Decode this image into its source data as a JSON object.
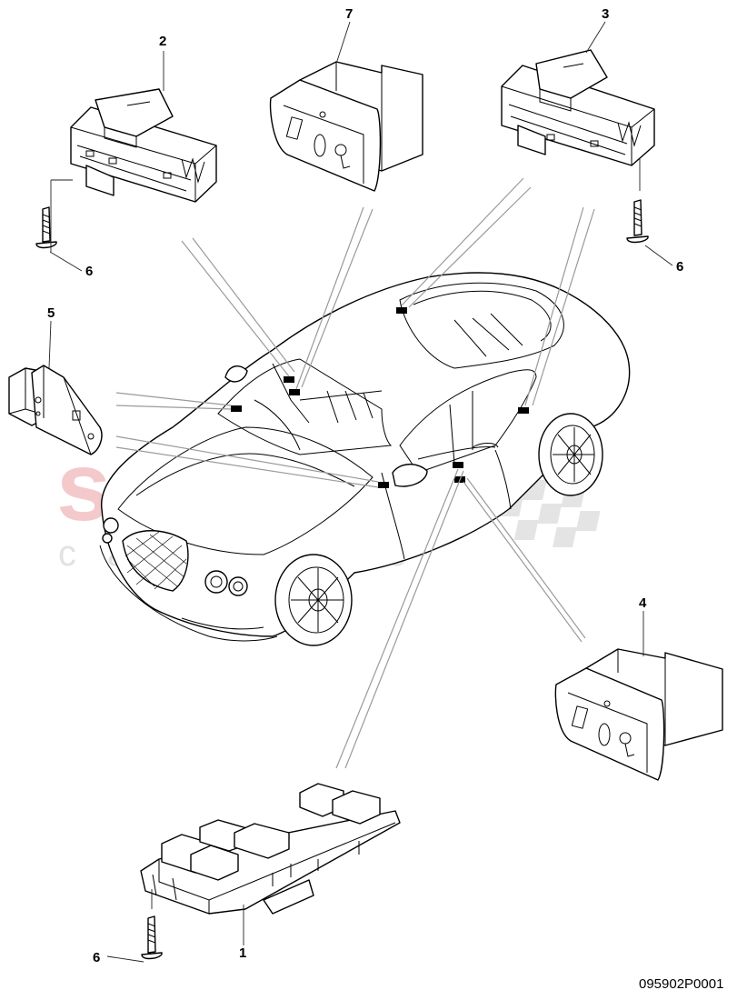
{
  "watermark": {
    "main": "scuderia",
    "sub": "car parts"
  },
  "document_code": "095902P0001",
  "callouts": [
    {
      "id": "c1",
      "text": "1"
    },
    {
      "id": "c2",
      "text": "2"
    },
    {
      "id": "c3",
      "text": "3"
    },
    {
      "id": "c4",
      "text": "4"
    },
    {
      "id": "c5",
      "text": "5"
    },
    {
      "id": "c6a",
      "text": "6"
    },
    {
      "id": "c6b",
      "text": "6"
    },
    {
      "id": "c6c",
      "text": "6"
    },
    {
      "id": "c7",
      "text": "7"
    }
  ]
}
